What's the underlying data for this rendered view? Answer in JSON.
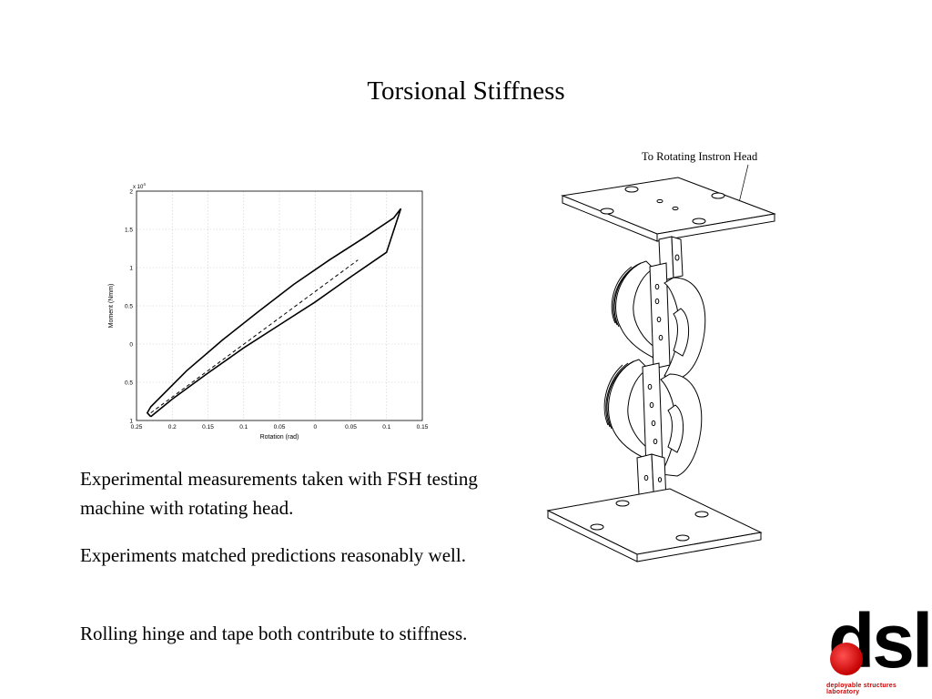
{
  "slide": {
    "title": "Torsional Stiffness",
    "paragraphs": [
      "Experimental measurements taken with FSH testing machine with rotating head.",
      "Experiments matched predictions reasonably well.",
      "Rolling hinge and tape both contribute to stiffness."
    ]
  },
  "figure": {
    "label": "To Rotating Instron Head"
  },
  "logo": {
    "letters": "dsl",
    "tagline": "deployable structures laboratory"
  },
  "chart_data": {
    "type": "line",
    "title": "",
    "xlabel": "Rotation (rad)",
    "ylabel": "Moment (Nmm)",
    "y_exponent_label": "x 10",
    "y_exponent_power": "4",
    "x_ticks": [
      "0.25",
      "0.2",
      "0.15",
      "0.1",
      "0.05",
      "0",
      "0.05",
      "0.1",
      "0.15"
    ],
    "y_ticks": [
      "2",
      "1.5",
      "1",
      "0.5",
      "0",
      "0.5",
      "1"
    ],
    "xlim": [
      -0.25,
      0.15
    ],
    "ylim": [
      -1,
      2
    ],
    "grid": true,
    "series": [
      {
        "style": "solid",
        "x": [
          -0.23,
          -0.2,
          -0.15,
          -0.1,
          -0.05,
          0.0,
          0.05,
          0.1,
          0.12,
          0.11,
          0.07,
          0.02,
          -0.03,
          -0.08,
          -0.13,
          -0.18,
          -0.23,
          -0.235,
          -0.23
        ],
        "y": [
          -0.95,
          -0.72,
          -0.38,
          -0.05,
          0.25,
          0.55,
          0.88,
          1.2,
          1.77,
          1.65,
          1.4,
          1.1,
          0.78,
          0.42,
          0.05,
          -0.35,
          -0.82,
          -0.9,
          -0.95
        ]
      },
      {
        "style": "dashed",
        "x": [
          -0.23,
          0.06
        ],
        "y": [
          -0.9,
          1.1
        ]
      }
    ]
  }
}
